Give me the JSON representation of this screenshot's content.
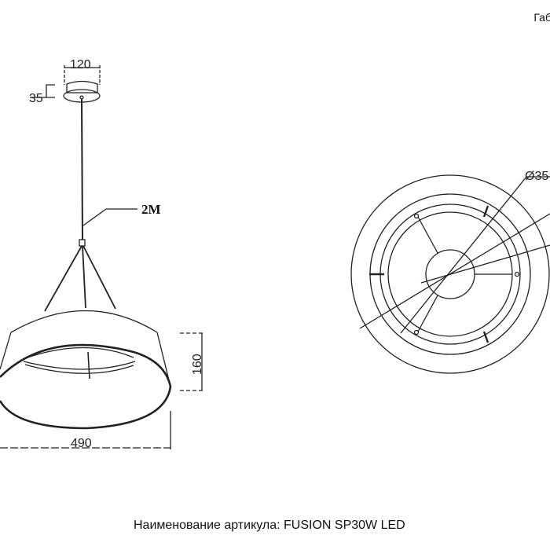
{
  "header": {
    "text": "Габ"
  },
  "caption": {
    "text": "Наименование артикула: FUSION SP30W LED"
  },
  "dimensions": {
    "canopy_width": "120",
    "canopy_height": "35",
    "cord_length": "2M",
    "shade_height": "160",
    "shade_width": "490",
    "top_view_diameter": "Ø35"
  }
}
